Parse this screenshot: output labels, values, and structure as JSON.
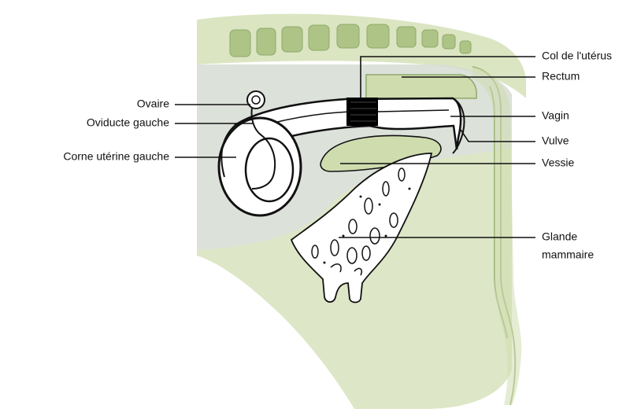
{
  "labels": {
    "ovaire": "Ovaire",
    "oviducte_gauche": "Oviducte gauche",
    "corne_uterine_gauche": "Corne utérine gauche",
    "col_uterus": "Col de l'utérus",
    "rectum": "Rectum",
    "vagin": "Vagin",
    "vulve": "Vulve",
    "vessie": "Vessie",
    "glande_mammaire_1": "Glande",
    "glande_mammaire_2": "mammaire"
  },
  "colors": {
    "tissue_green": "#cfdcae",
    "tissue_green_dark": "#aec486",
    "abdomen_gray": "#d6dcd4",
    "outline": "#111111",
    "cervix_black": "#000000",
    "background": "#ffffff"
  }
}
